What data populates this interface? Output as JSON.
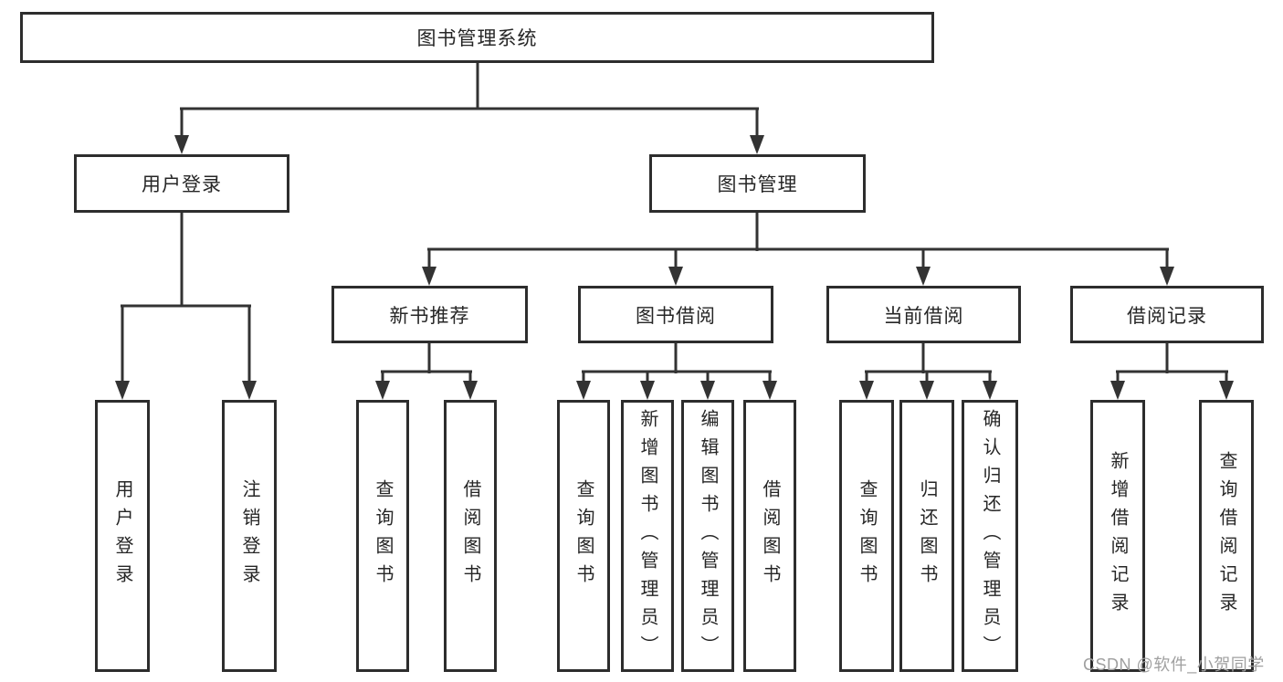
{
  "tree": {
    "label": "图书管理系统",
    "children": [
      {
        "label": "用户登录",
        "children": [
          {
            "label": "用户登录"
          },
          {
            "label": "注销登录"
          }
        ]
      },
      {
        "label": "图书管理",
        "children": [
          {
            "label": "新书推荐",
            "children": [
              {
                "label": "查询图书"
              },
              {
                "label": "借阅图书"
              }
            ]
          },
          {
            "label": "图书借阅",
            "children": [
              {
                "label": "查询图书"
              },
              {
                "label": "新增图书（管理员）"
              },
              {
                "label": "编辑图书（管理员）"
              },
              {
                "label": "借阅图书"
              }
            ]
          },
          {
            "label": "当前借阅",
            "children": [
              {
                "label": "查询图书"
              },
              {
                "label": "归还图书"
              },
              {
                "label": "确认归还（管理员）"
              }
            ]
          },
          {
            "label": "借阅记录",
            "children": [
              {
                "label": "新增借阅记录"
              },
              {
                "label": "查询借阅记录"
              }
            ]
          }
        ]
      }
    ]
  },
  "watermark": {
    "text": "CSDN @软件_小贺同学"
  },
  "colors": {
    "line": "#333333",
    "box_border": "#2d2d2d",
    "text": "#262626",
    "watermark": "#a0a0a0",
    "background": "#ffffff"
  }
}
